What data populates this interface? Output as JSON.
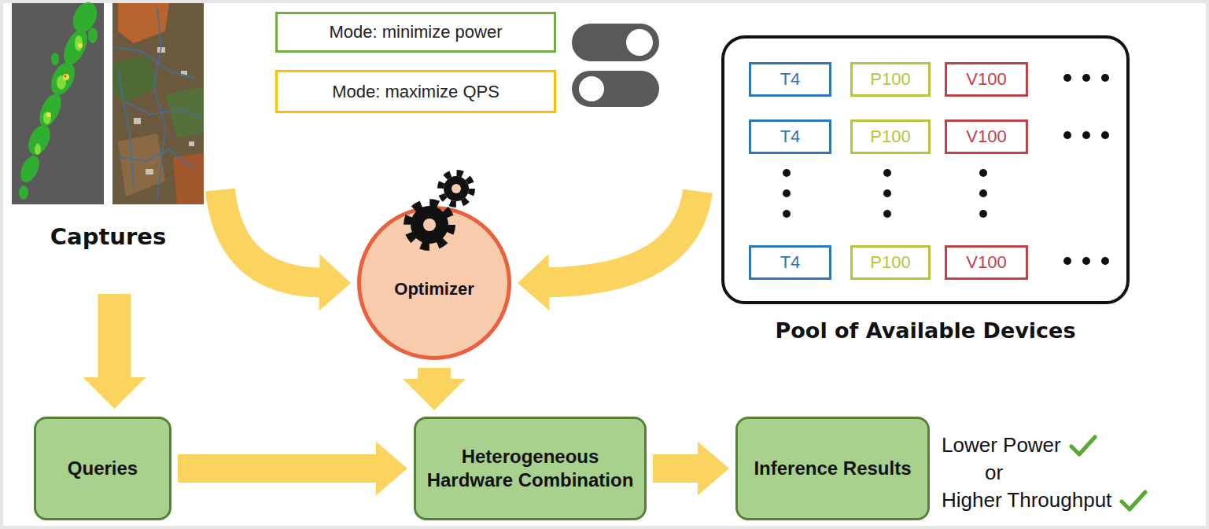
{
  "diagram": {
    "nodes": [
      {
        "text": [
          "Captures"
        ]
      },
      {
        "text": [
          "Mode: minimize power"
        ]
      },
      {
        "text": [
          "Mode: maximize QPS"
        ]
      },
      {
        "text": [
          "Optimizer"
        ]
      },
      {
        "text": [
          "Pool of Available Devices"
        ]
      },
      {
        "text": [
          "T4"
        ],
        "in": 4
      },
      {
        "text": [
          "P100"
        ],
        "in": 4
      },
      {
        "text": [
          "V100"
        ],
        "in": 4
      },
      {
        "text": [
          "T4"
        ],
        "in": 4
      },
      {
        "text": [
          "P100"
        ],
        "in": 4
      },
      {
        "text": [
          "V100"
        ],
        "in": 4
      },
      {
        "text": [
          "T4"
        ],
        "in": 4
      },
      {
        "text": [
          "P100"
        ],
        "in": 4
      },
      {
        "text": [
          "V100"
        ],
        "in": 4
      },
      {
        "text": [
          "Queries"
        ]
      },
      {
        "text": [
          "Heterogeneous Hardware Combination"
        ]
      },
      {
        "text": [
          "Inference Results"
        ]
      }
    ],
    "edges": [
      {
        "from": 0,
        "to": 3,
        "arrow": "to"
      },
      {
        "from": 4,
        "to": 3,
        "arrow": "to"
      },
      {
        "from": 0,
        "to": 14,
        "arrow": "to"
      },
      {
        "from": 3,
        "to": 15,
        "arrow": "to"
      },
      {
        "from": 14,
        "to": 15,
        "arrow": "to"
      },
      {
        "from": 15,
        "to": 16,
        "arrow": "to"
      }
    ],
    "labels": [
      "Lower Power",
      "or",
      "Higher Throughput"
    ]
  }
}
